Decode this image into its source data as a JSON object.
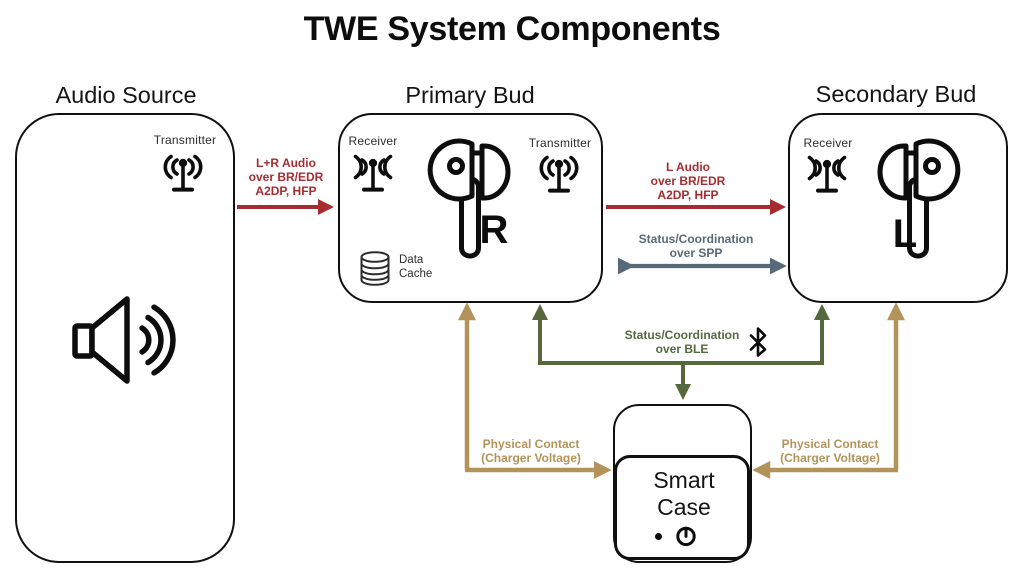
{
  "title": "TWE System Components",
  "colors": {
    "ink": "#101010",
    "audio_link": "#A52D32",
    "spp_link": "#566B77",
    "ble_link": "#56693E",
    "charge_link": "#B2935A"
  },
  "nodes": {
    "audio_source": {
      "label": "Audio Source",
      "transmitter_label": "Transmitter"
    },
    "primary_bud": {
      "label": "Primary Bud",
      "receiver_label": "Receiver",
      "transmitter_label": "Transmitter",
      "bud_letter": "R",
      "data_cache": [
        "Data",
        "Cache"
      ]
    },
    "secondary_bud": {
      "label": "Secondary Bud",
      "receiver_label": "Receiver",
      "bud_letter": "L"
    },
    "smart_case": {
      "label": [
        "Smart",
        "Case"
      ]
    }
  },
  "links": {
    "lr_audio": {
      "lines": [
        "L+R Audio",
        "over BR/EDR",
        "A2DP, HFP"
      ]
    },
    "l_audio": {
      "lines": [
        "L Audio",
        "over BR/EDR",
        "A2DP, HFP"
      ]
    },
    "spp": {
      "lines": [
        "Status/Coordination",
        "over SPP"
      ]
    },
    "ble": {
      "lines": [
        "Status/Coordination",
        "over BLE"
      ]
    },
    "charge_left": {
      "lines": [
        "Physical Contact",
        "(Charger Voltage)"
      ]
    },
    "charge_right": {
      "lines": [
        "Physical Contact",
        "(Charger Voltage)"
      ]
    }
  }
}
